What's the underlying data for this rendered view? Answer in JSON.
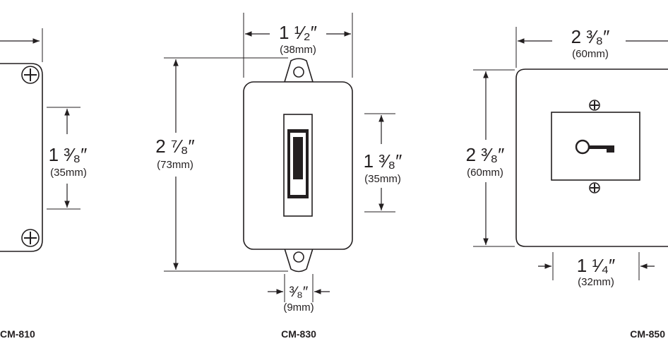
{
  "models": {
    "left": "CM-810",
    "center": "CM-830",
    "right": "CM-850"
  },
  "cm810": {
    "height_in": "1 ³⁄₈″",
    "height_mm": "(35mm)"
  },
  "cm830": {
    "width_in": "1 ¹⁄₂″",
    "width_mm": "(38mm)",
    "height_in": "2 ⁷⁄₈″",
    "height_mm": "(73mm)",
    "switch_in": "1 ³⁄₈″",
    "switch_mm": "(35mm)",
    "tab_in": "³⁄₈″",
    "tab_mm": "(9mm)"
  },
  "cm850": {
    "width_in": "2 ³⁄₈″",
    "width_mm": "(60mm)",
    "height_in": "2 ³⁄₈″",
    "height_mm": "(60mm)",
    "bottom_in": "1 ¹⁄₄″",
    "bottom_mm": "(32mm)"
  }
}
